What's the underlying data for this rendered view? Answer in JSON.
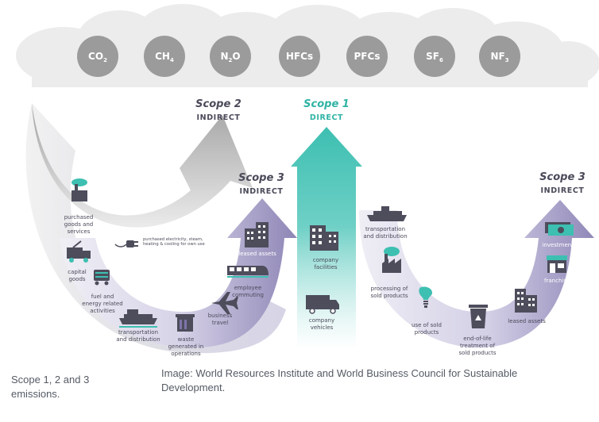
{
  "gases": [
    {
      "id": "co2",
      "base": "CO",
      "sub": "2"
    },
    {
      "id": "ch4",
      "base": "CH",
      "sub": "4"
    },
    {
      "id": "n2o",
      "base": "N",
      "sub": "2",
      "tail": "O"
    },
    {
      "id": "hfcs",
      "base": "HFCs",
      "sub": ""
    },
    {
      "id": "pfcs",
      "base": "PFCs",
      "sub": ""
    },
    {
      "id": "sf6",
      "base": "SF",
      "sub": "6"
    },
    {
      "id": "nf3",
      "base": "NF",
      "sub": "3"
    }
  ],
  "scope2": {
    "title": "Scope 2",
    "subtitle": "INDIRECT",
    "item_lines": [
      "purchased electricity, steam,",
      "heating & cooling for own use"
    ]
  },
  "scope1": {
    "title": "Scope 1",
    "subtitle": "DIRECT",
    "facilities_lines": [
      "company",
      "facilities"
    ],
    "vehicles_lines": [
      "company",
      "vehicles"
    ]
  },
  "scope3_upstream": {
    "title": "Scope 3",
    "subtitle": "INDIRECT",
    "purchased_goods": [
      "purchased",
      "goods and",
      "services"
    ],
    "capital_goods": [
      "capital",
      "goods"
    ],
    "fuel_energy": [
      "fuel and",
      "energy related",
      "activities"
    ],
    "transportation": [
      "transportation",
      "and distribution"
    ],
    "waste": [
      "waste",
      "generated in",
      "operations"
    ],
    "business_travel": [
      "business",
      "travel"
    ],
    "employee_commuting": [
      "employee",
      "commuting"
    ],
    "leased_assets": [
      "leased assets"
    ]
  },
  "scope3_downstream": {
    "title": "Scope 3",
    "subtitle": "INDIRECT",
    "transportation": [
      "transportation",
      "and distribution"
    ],
    "processing": [
      "processing of",
      "sold products"
    ],
    "use_of_sold": [
      "use of sold",
      "products"
    ],
    "end_of_life": [
      "end-of-life",
      "treatment of",
      "sold products"
    ],
    "leased_assets": [
      "leased assets"
    ],
    "franchises": [
      "franchises"
    ],
    "investments": [
      "investments"
    ]
  },
  "captions": {
    "left": "Scope 1, 2 and 3 emissions.",
    "right": "Image: World Resources Institute and World Business Council for Sustainable Development."
  },
  "colors": {
    "gas_circle": "#9b9b9b",
    "cloud": "#ececec",
    "scope1": "#3dbfb1",
    "scope2": "#a6a6a6",
    "scope3": "#7e74a8",
    "icon": "#4d4d5c"
  }
}
